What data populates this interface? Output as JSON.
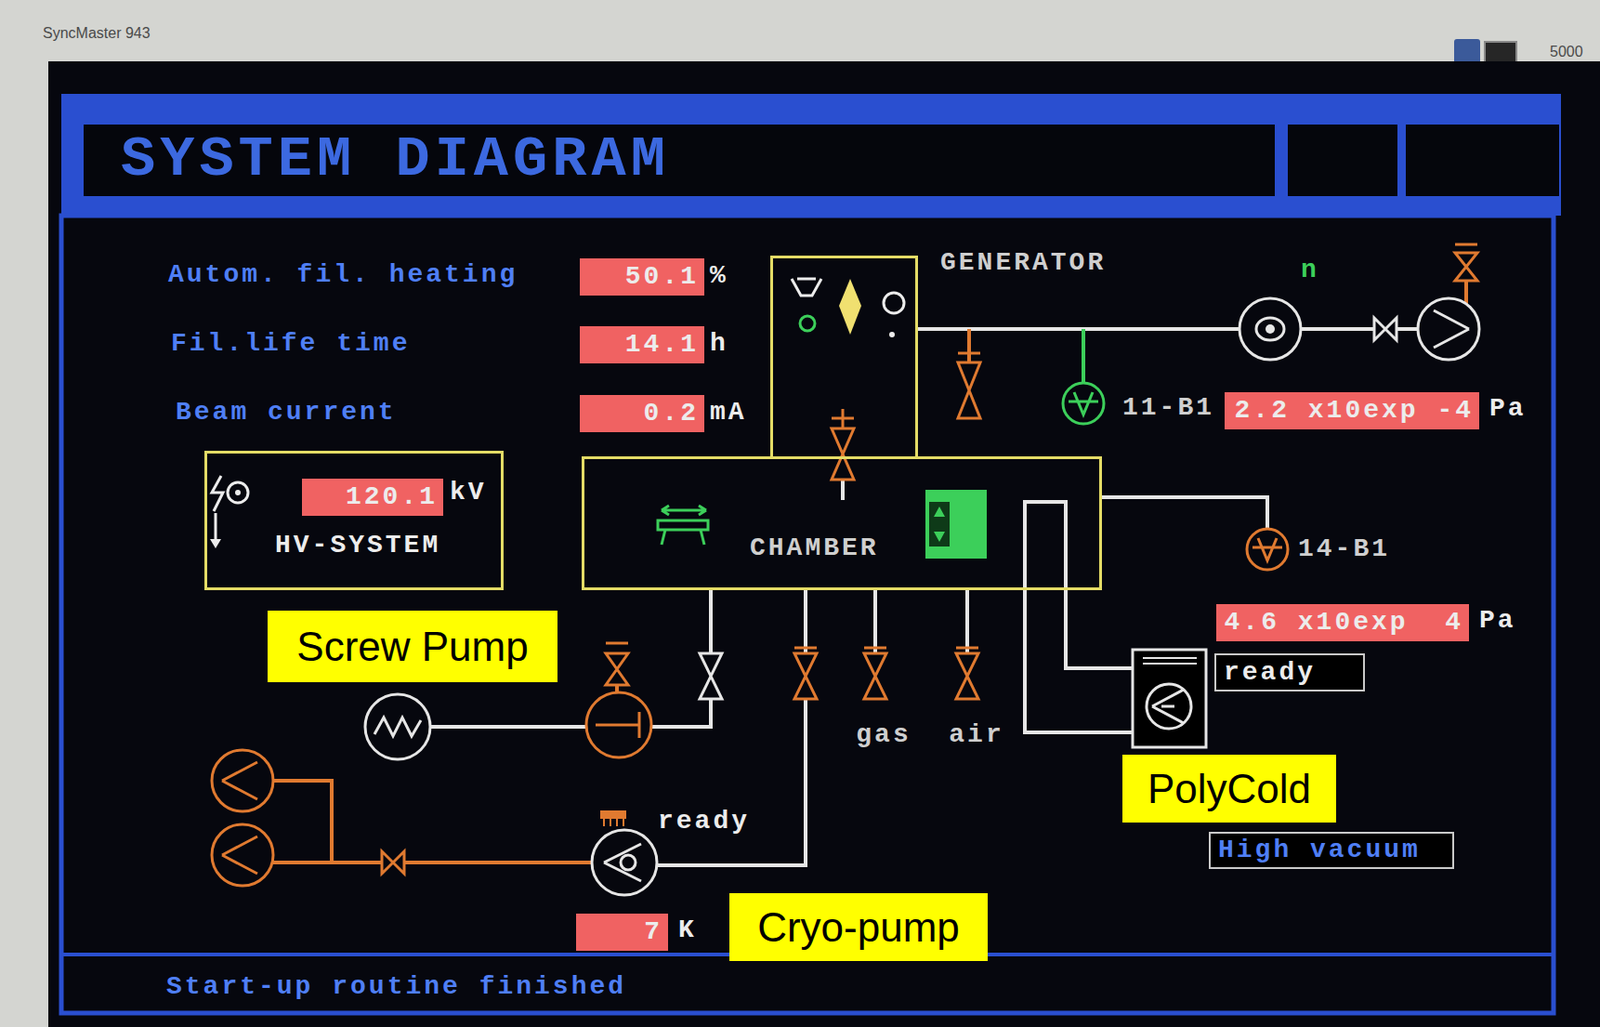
{
  "diagram": {
    "title": "SYSTEM DIAGRAM",
    "nodes": [
      {
        "text": [
          "50.1"
        ]
      },
      {
        "text": [
          "14.1"
        ]
      },
      {
        "text": [
          "0.2"
        ]
      },
      {
        "text": [
          "HV-SYSTEM"
        ]
      },
      {
        "text": [
          "120.1"
        ],
        "in": 3
      },
      {
        "text": [
          "GENERATOR"
        ]
      },
      {
        "text": [
          "CHAMBER"
        ]
      },
      {
        "text": [
          "2.2 x10exp -4"
        ]
      },
      {
        "text": [
          "4.6 x10exp  4"
        ]
      },
      {
        "text": [
          "Screw Pump"
        ]
      },
      {
        "text": [
          "ready"
        ]
      },
      {
        "text": [
          "PolyCold"
        ]
      },
      {
        "text": [
          "High vacuum"
        ]
      },
      {
        "text": [
          "7"
        ]
      },
      {
        "text": [
          "Cryo-pump"
        ]
      }
    ],
    "labels": [
      "SyncMaster 943",
      "5000",
      "Autom. fil. heating",
      "%",
      "Fil.life time",
      "h",
      "Beam current",
      "mA",
      "kV",
      "n",
      "11-B1",
      "Pa",
      "14-B1",
      "Pa",
      "ready",
      "gas",
      "air",
      "K",
      "Start-up routine finished"
    ]
  }
}
